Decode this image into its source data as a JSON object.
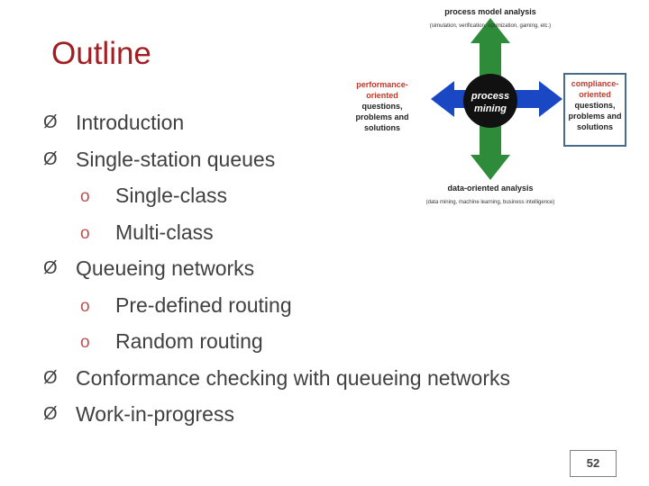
{
  "slide": {
    "title": "Outline",
    "page_number": "52"
  },
  "outline": [
    {
      "level": 1,
      "marker": "Ø",
      "text": "Introduction"
    },
    {
      "level": 1,
      "marker": "Ø",
      "text": "Single-station queues"
    },
    {
      "level": 2,
      "marker": "o",
      "text": "Single-class"
    },
    {
      "level": 2,
      "marker": "o",
      "text": "Multi-class"
    },
    {
      "level": 1,
      "marker": "Ø",
      "text": "Queueing networks"
    },
    {
      "level": 2,
      "marker": "o",
      "text": "Pre-defined routing"
    },
    {
      "level": 2,
      "marker": "o",
      "text": "Random routing"
    },
    {
      "level": 1,
      "marker": "Ø",
      "text": "Conformance checking with queueing networks"
    },
    {
      "level": 1,
      "marker": "Ø",
      "text": "Work-in-progress"
    }
  ],
  "diagram": {
    "top_label": "process model analysis",
    "top_sub": "(simulation, verification, optimization, gaming, etc.)",
    "bottom_label": "data-oriented analysis",
    "bottom_sub": "(data mining, machine learning, business intelligence)",
    "center_line1": "process",
    "center_line2": "mining",
    "left_red1": "performance-",
    "left_red2": "oriented",
    "left_black1": "questions,",
    "left_black2": "problems and",
    "left_black3": "solutions",
    "right_red1": "compliance-",
    "right_red2": "oriented",
    "right_black1": "questions,",
    "right_black2": "problems and",
    "right_black3": "solutions",
    "colors": {
      "vertical_arrow": "#2e8b3a",
      "horizontal_arrow": "#1a47c4",
      "center": "#111111",
      "red_text": "#c0392b",
      "box_border": "#4a6a8a"
    }
  }
}
